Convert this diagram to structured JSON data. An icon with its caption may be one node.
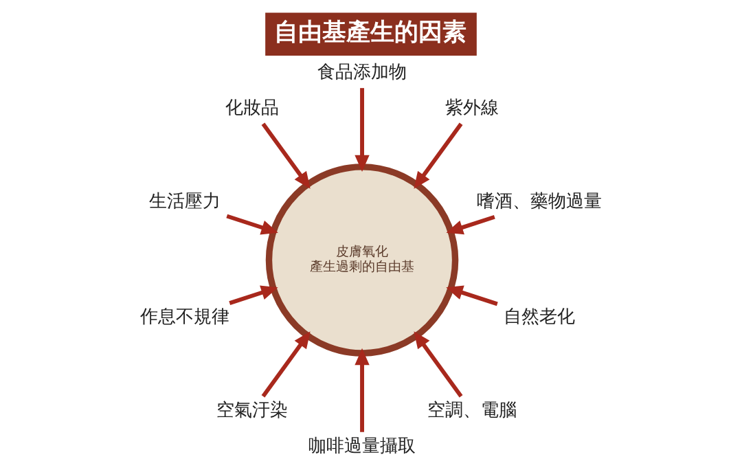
{
  "diagram": {
    "title": "自由基產生的因素",
    "nodes": [
      {
        "text": [
          "皮膚氧化",
          "產生過剩的自由基"
        ]
      },
      {
        "text": [
          "嗜酒、藥物過量"
        ]
      },
      {
        "text": [
          "紫外線"
        ]
      },
      {
        "text": [
          "食品添加物"
        ]
      },
      {
        "text": [
          "化妝品"
        ]
      },
      {
        "text": [
          "生活壓力"
        ]
      },
      {
        "text": [
          "作息不規律"
        ]
      },
      {
        "text": [
          "空氣汙染"
        ]
      },
      {
        "text": [
          "咖啡過量攝取"
        ]
      },
      {
        "text": [
          "空調、電腦"
        ]
      },
      {
        "text": [
          "自然老化"
        ]
      }
    ],
    "edges": [
      {
        "from": 1,
        "to": 0,
        "arrow": "to"
      },
      {
        "from": 2,
        "to": 0,
        "arrow": "to"
      },
      {
        "from": 3,
        "to": 0,
        "arrow": "to"
      },
      {
        "from": 4,
        "to": 0,
        "arrow": "to"
      },
      {
        "from": 5,
        "to": 0,
        "arrow": "to"
      },
      {
        "from": 6,
        "to": 0,
        "arrow": "to"
      },
      {
        "from": 7,
        "to": 0,
        "arrow": "to"
      },
      {
        "from": 8,
        "to": 0,
        "arrow": "to"
      },
      {
        "from": 9,
        "to": 0,
        "arrow": "to"
      },
      {
        "from": 10,
        "to": 0,
        "arrow": "to"
      }
    ]
  }
}
